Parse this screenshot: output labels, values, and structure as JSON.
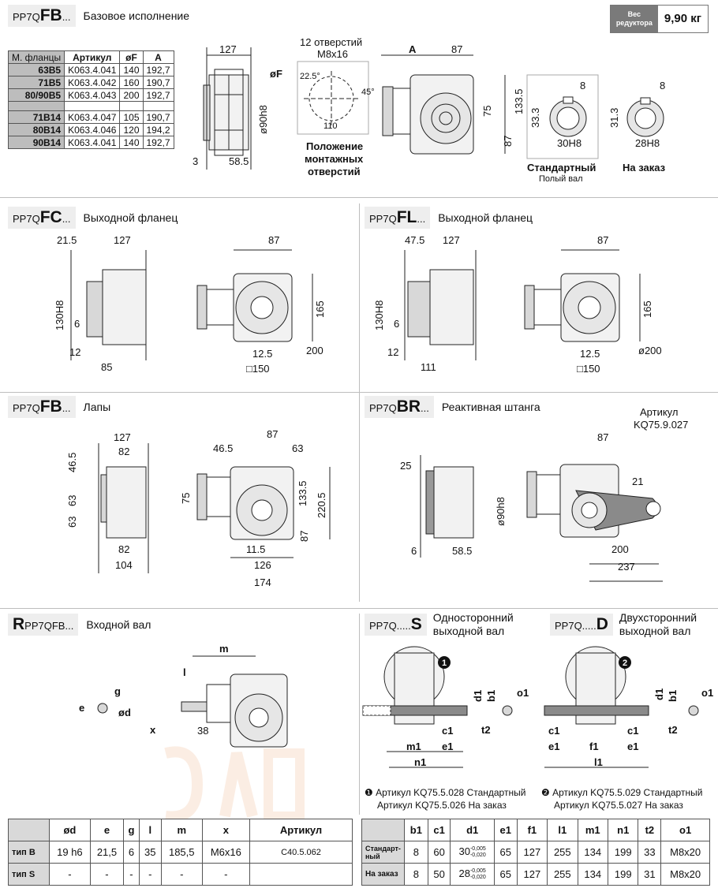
{
  "top": {
    "prefix": "PP7Q",
    "code": "FB",
    "suffix": "...",
    "description": "Базовое исполнение",
    "weight_label": "Вес редуктора",
    "weight_value": "9,90 кг"
  },
  "flange_table": {
    "headers": [
      "М. фланцы",
      "Артикул",
      "øF",
      "A"
    ],
    "rows": [
      {
        "flange": "63B5",
        "article": "K063.4.041",
        "f": "140",
        "a": "192,7"
      },
      {
        "flange": "71B5",
        "article": "K063.4.042",
        "f": "160",
        "a": "190,7"
      },
      {
        "flange": "80/90B5",
        "article": "K063.4.043",
        "f": "200",
        "a": "192,7"
      },
      {
        "flange": "71B14",
        "article": "K063.4.047",
        "f": "105",
        "a": "190,7"
      },
      {
        "flange": "80B14",
        "article": "K063.4.046",
        "f": "120",
        "a": "194,2"
      },
      {
        "flange": "90B14",
        "article": "K063.4.041",
        "f": "140",
        "a": "192,7"
      }
    ]
  },
  "holes": {
    "title_line1": "12 отверстий",
    "title_line2": "M8x16",
    "caption": [
      "Положение",
      "монтажных",
      "отверстий"
    ],
    "angle1": "22.5°",
    "angle2": "45°",
    "dim": "110"
  },
  "top_dims": {
    "d127": "127",
    "dF": "øF",
    "d3": "3",
    "d585": "58.5",
    "d90h8": "ø90h8",
    "dA": "A",
    "d87a": "87",
    "d1335": "133.5",
    "d75": "75",
    "d87b": "87",
    "std_8": "8",
    "std_333": "33.3",
    "std_30h8": "30H8",
    "ord_8": "8",
    "ord_313": "31.3",
    "ord_28h8": "28H8",
    "std_caption": "Стандартный",
    "std_sub": "Полый вал",
    "ord_caption": "На заказ"
  },
  "fc": {
    "prefix": "PP7Q",
    "code": "FC",
    "suffix": "...",
    "description": "Выходной фланец",
    "d215": "21.5",
    "d127": "127",
    "d130h8": "130H8",
    "d6": "6",
    "d12": "12",
    "d85": "85",
    "d87": "87",
    "d165": "165",
    "d125": "12.5",
    "d200": "200",
    "d150": "□150"
  },
  "fl": {
    "prefix": "PP7Q",
    "code": "FL",
    "suffix": "...",
    "description": "Выходной фланец",
    "d475": "47.5",
    "d127": "127",
    "d130h8": "130H8",
    "d6": "6",
    "d12": "12",
    "d111": "111",
    "d87": "87",
    "d165": "165",
    "d125": "12.5",
    "d200": "ø200",
    "d150": "□150"
  },
  "fb2": {
    "prefix": "PP7Q",
    "code": "FB",
    "suffix": "...",
    "description": "Лапы",
    "d127": "127",
    "d82a": "82",
    "d465a": "46.5",
    "d63a": "63",
    "d63b": "63",
    "d82b": "82",
    "d104": "104",
    "d465b": "46.5",
    "d87": "87",
    "d63c": "63",
    "d75": "75",
    "d1335": "133.5",
    "d87b": "87",
    "d2205": "220.5",
    "d115": "11.5",
    "d126": "126",
    "d174": "174"
  },
  "br": {
    "prefix": "PP7Q",
    "code": "BR",
    "suffix": "...",
    "description": "Реактивная штанга",
    "article_label": "Артикул",
    "article": "KQ75.9.027",
    "d25": "25",
    "d90h8": "ø90h8",
    "d6": "6",
    "d585": "58.5",
    "d87": "87",
    "d21": "21",
    "d200": "200",
    "d237": "237"
  },
  "r": {
    "prefix": "R",
    "mid": "PP7QFB",
    "suffix": "...",
    "description": "Входной вал",
    "m": "m",
    "l": "l",
    "g": "g",
    "e": "e",
    "od": "ød",
    "x": "x",
    "d38": "38"
  },
  "s": {
    "prefix": "PP7Q.....",
    "code": "S",
    "description": "Односторонний выходной вал",
    "note_line1": "Артикул KQ75.5.028 Стандартный",
    "note_line2": "Артикул KQ75.5.026 На заказ",
    "marker": "1"
  },
  "d": {
    "prefix": "PP7Q.....",
    "code": "D",
    "description": "Двухсторонний выходной вал",
    "note_line1": "Артикул KQ75.5.029 Стандартный",
    "note_line2": "Артикул KQ75.5.027 На заказ",
    "marker": "2"
  },
  "shaft_labels": {
    "d1": "d1",
    "b1": "b1",
    "o1": "o1",
    "t2": "t2",
    "c1": "c1",
    "e1": "e1",
    "m1": "m1",
    "n1": "n1",
    "f1": "f1",
    "l1": "l1"
  },
  "input_table": {
    "headers": [
      "",
      "ød",
      "e",
      "g",
      "l",
      "m",
      "x",
      "Артикул"
    ],
    "rows": [
      [
        "тип B",
        "19 h6",
        "21,5",
        "6",
        "35",
        "185,5",
        "M6x16",
        "C40.5.062"
      ],
      [
        "тип S",
        "-",
        "-",
        "-",
        "-",
        "-",
        "-",
        ""
      ]
    ]
  },
  "shaft_table": {
    "headers": [
      "",
      "b1",
      "c1",
      "d1",
      "e1",
      "f1",
      "l1",
      "m1",
      "n1",
      "t2",
      "o1"
    ],
    "rows": [
      {
        "label": "Стандарт-ный",
        "b1": "8",
        "c1": "60",
        "d1": "30",
        "tol_up": "-0,005",
        "tol_dn": "-0,020",
        "e1": "65",
        "f1": "127",
        "l1": "255",
        "m1": "134",
        "n1": "199",
        "t2": "33",
        "o1": "M8x20"
      },
      {
        "label": "На заказ",
        "b1": "8",
        "c1": "50",
        "d1": "28",
        "tol_up": "-0,005",
        "tol_dn": "-0,020",
        "e1": "65",
        "f1": "127",
        "l1": "255",
        "m1": "134",
        "n1": "199",
        "t2": "31",
        "o1": "M8x20"
      }
    ]
  }
}
